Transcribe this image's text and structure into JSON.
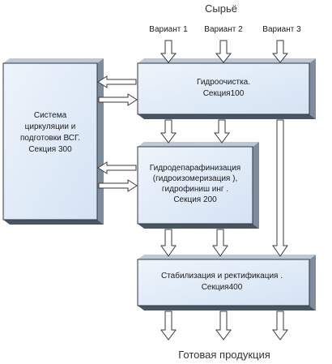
{
  "title_top": "Сырьё",
  "title_bottom": "Готовая продукция",
  "variants": [
    "Вариант 1",
    "Вариант 2",
    "Вариант 3"
  ],
  "boxes": {
    "vsg": [
      "Система",
      "циркуляции и",
      "подготовки ВСГ.",
      "Секция 300"
    ],
    "hydro": [
      "Гидроочистка.",
      "Секция100"
    ],
    "dewax": [
      "Гидродепарафинизация",
      "(гидроизомеризация ),",
      "гидрофиниш инг .",
      "Секция 200"
    ],
    "stab": [
      "Стабилизация и ректификация .",
      "Секция400"
    ]
  }
}
